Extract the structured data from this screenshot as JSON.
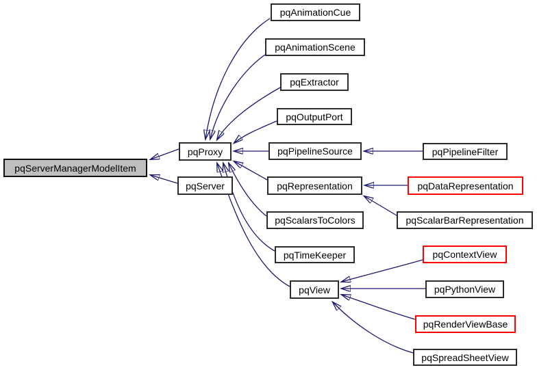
{
  "diagram": {
    "type": "class-inheritance-graph",
    "colors": {
      "background": "#ffffff",
      "edge": "#191970",
      "node_border": "#2b2b2b",
      "node_fill": "#ffffff",
      "highlight_node_fill": "#bfbfbf",
      "red_link_border": "#ff0000",
      "text": "#000000"
    },
    "nodes": [
      {
        "id": "pqServerManagerModelItem",
        "label": "pqServerManagerModelItem",
        "style": "highlight"
      },
      {
        "id": "pqProxy",
        "label": "pqProxy",
        "style": "normal"
      },
      {
        "id": "pqServer",
        "label": "pqServer",
        "style": "normal"
      },
      {
        "id": "pqAnimationCue",
        "label": "pqAnimationCue",
        "style": "normal"
      },
      {
        "id": "pqAnimationScene",
        "label": "pqAnimationScene",
        "style": "normal"
      },
      {
        "id": "pqExtractor",
        "label": "pqExtractor",
        "style": "normal"
      },
      {
        "id": "pqOutputPort",
        "label": "pqOutputPort",
        "style": "normal"
      },
      {
        "id": "pqPipelineSource",
        "label": "pqPipelineSource",
        "style": "normal"
      },
      {
        "id": "pqPipelineFilter",
        "label": "pqPipelineFilter",
        "style": "normal"
      },
      {
        "id": "pqRepresentation",
        "label": "pqRepresentation",
        "style": "normal"
      },
      {
        "id": "pqDataRepresentation",
        "label": "pqDataRepresentation",
        "style": "red"
      },
      {
        "id": "pqScalarBarRepresentation",
        "label": "pqScalarBarRepresentation",
        "style": "normal"
      },
      {
        "id": "pqScalarsToColors",
        "label": "pqScalarsToColors",
        "style": "normal"
      },
      {
        "id": "pqTimeKeeper",
        "label": "pqTimeKeeper",
        "style": "normal"
      },
      {
        "id": "pqView",
        "label": "pqView",
        "style": "normal"
      },
      {
        "id": "pqContextView",
        "label": "pqContextView",
        "style": "red"
      },
      {
        "id": "pqPythonView",
        "label": "pqPythonView",
        "style": "normal"
      },
      {
        "id": "pqRenderViewBase",
        "label": "pqRenderViewBase",
        "style": "red"
      },
      {
        "id": "pqSpreadSheetView",
        "label": "pqSpreadSheetView",
        "style": "normal"
      }
    ],
    "edges": [
      {
        "from": "pqProxy",
        "to": "pqServerManagerModelItem"
      },
      {
        "from": "pqServer",
        "to": "pqServerManagerModelItem"
      },
      {
        "from": "pqAnimationCue",
        "to": "pqProxy"
      },
      {
        "from": "pqAnimationScene",
        "to": "pqProxy"
      },
      {
        "from": "pqExtractor",
        "to": "pqProxy"
      },
      {
        "from": "pqOutputPort",
        "to": "pqProxy"
      },
      {
        "from": "pqPipelineSource",
        "to": "pqProxy"
      },
      {
        "from": "pqRepresentation",
        "to": "pqProxy"
      },
      {
        "from": "pqScalarsToColors",
        "to": "pqProxy"
      },
      {
        "from": "pqTimeKeeper",
        "to": "pqProxy"
      },
      {
        "from": "pqView",
        "to": "pqProxy"
      },
      {
        "from": "pqPipelineFilter",
        "to": "pqPipelineSource"
      },
      {
        "from": "pqDataRepresentation",
        "to": "pqRepresentation"
      },
      {
        "from": "pqScalarBarRepresentation",
        "to": "pqRepresentation"
      },
      {
        "from": "pqContextView",
        "to": "pqView"
      },
      {
        "from": "pqPythonView",
        "to": "pqView"
      },
      {
        "from": "pqRenderViewBase",
        "to": "pqView"
      },
      {
        "from": "pqSpreadSheetView",
        "to": "pqView"
      }
    ]
  }
}
